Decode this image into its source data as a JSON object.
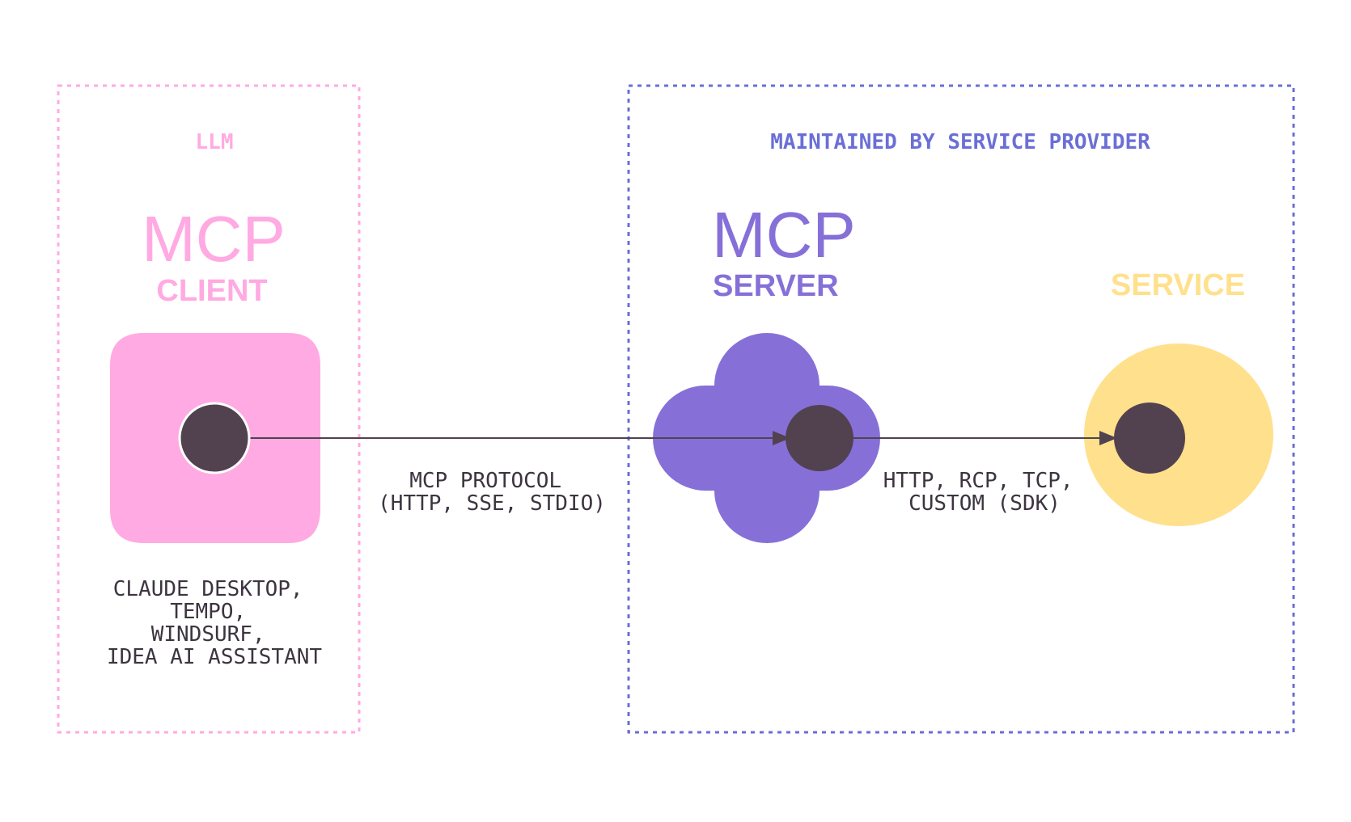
{
  "colors": {
    "client": "#ffaae2",
    "provider_border": "#6a6fd6",
    "server": "#8670d8",
    "service": "#ffe08c",
    "node": "#524250",
    "text_dark": "#3d3440"
  },
  "client_box": {
    "caption": "LLM",
    "title": "MCP",
    "subtitle": "CLIENT",
    "examples": [
      "CLAUDE DESKTOP,",
      "TEMPO,",
      "WINDSURF,",
      "IDEA AI ASSISTANT"
    ]
  },
  "provider_box": {
    "caption": "MAINTAINED BY SERVICE PROVIDER"
  },
  "server": {
    "title": "MCP",
    "subtitle": "SERVER"
  },
  "service": {
    "label": "SERVICE"
  },
  "connections": [
    {
      "from": "MCP CLIENT",
      "to": "MCP SERVER",
      "label_lines": [
        "MCP PROTOCOL",
        "(HTTP, SSE, STDIO)"
      ]
    },
    {
      "from": "MCP SERVER",
      "to": "SERVICE",
      "label_lines": [
        "HTTP, RCP, TCP,",
        "CUSTOM (SDK)"
      ]
    }
  ]
}
